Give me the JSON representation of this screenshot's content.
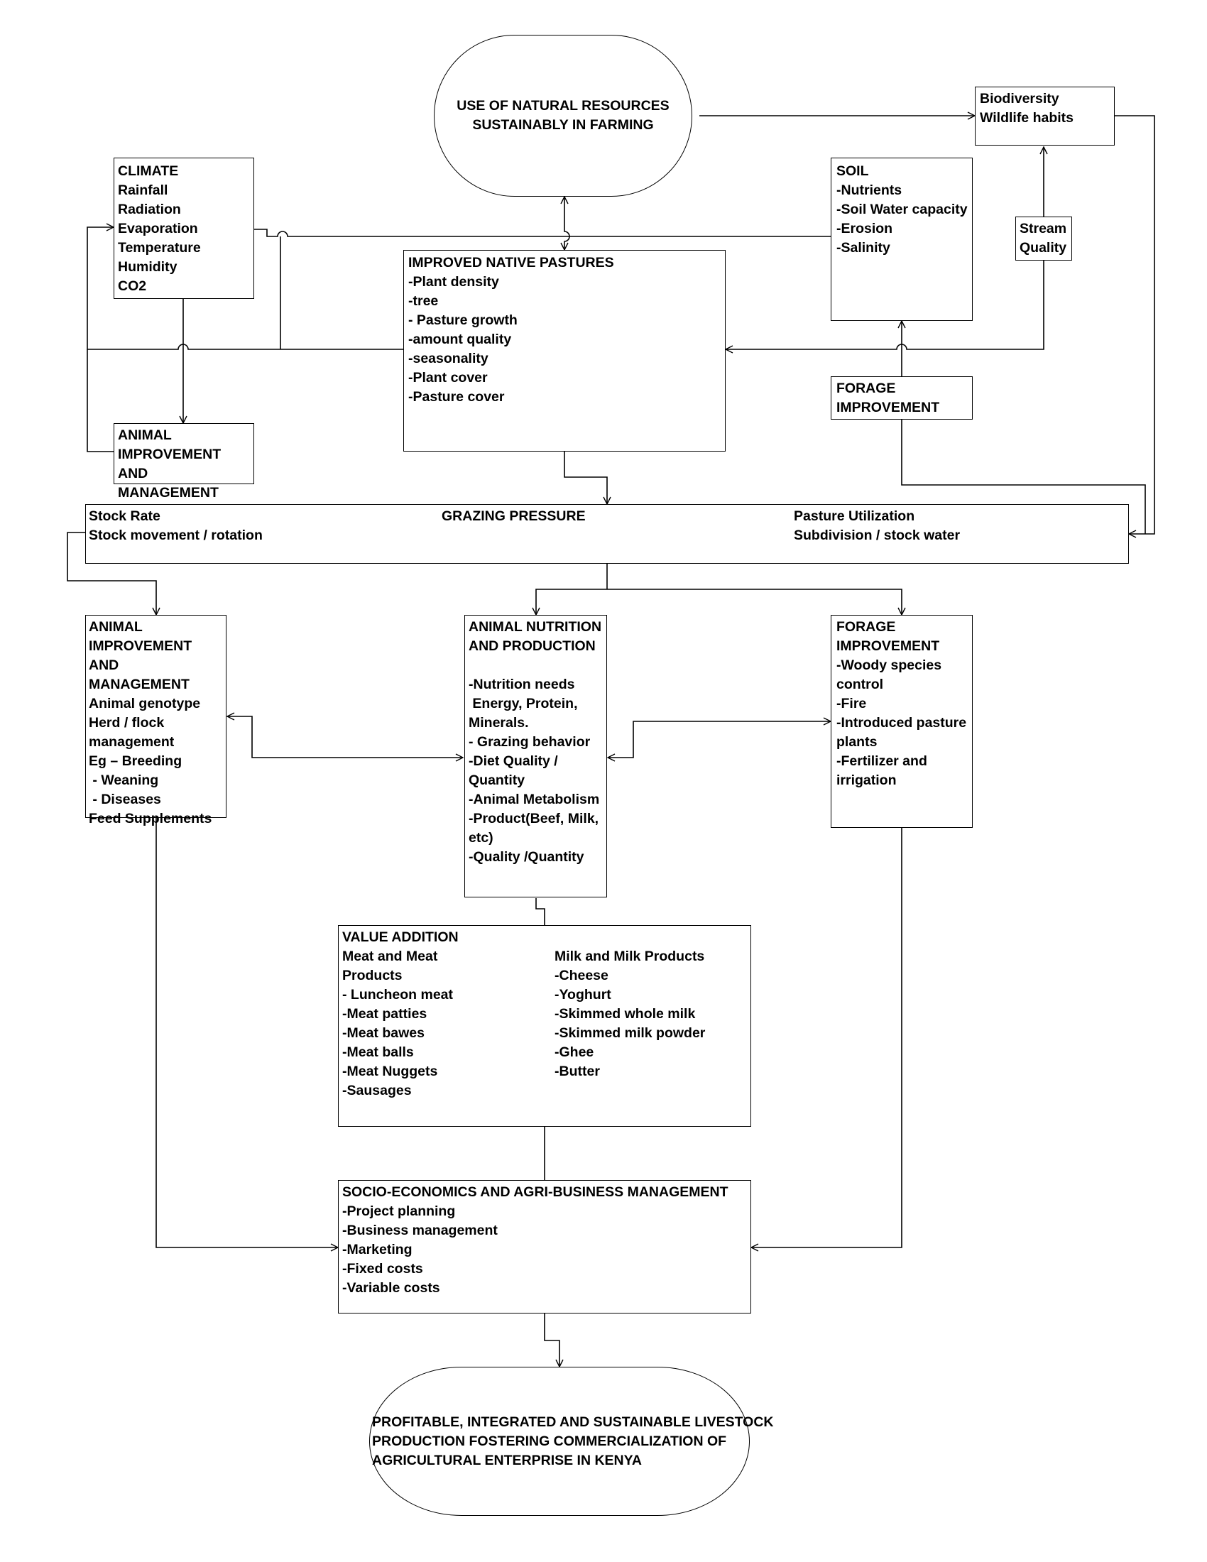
{
  "top_goal": {
    "lines": [
      "USE OF NATURAL RESOURCES",
      "SUSTAINABLY IN FARMING"
    ]
  },
  "biodiversity": {
    "lines": [
      "Biodiversity",
      "Wildlife habits"
    ]
  },
  "climate": {
    "title": "CLIMATE",
    "lines": [
      "Rainfall",
      "Radiation",
      "Evaporation",
      "Temperature",
      "Humidity",
      "CO2"
    ]
  },
  "soil": {
    "title": "SOIL",
    "lines": [
      "-Nutrients",
      "-Soil Water capacity",
      "-Erosion",
      "-Salinity"
    ]
  },
  "stream_quality": {
    "lines": [
      "Stream",
      "Quality"
    ]
  },
  "pastures": {
    "title": "IMPROVED NATIVE PASTURES",
    "lines": [
      "-Plant density",
      "-tree",
      "- Pasture growth",
      "-amount quality",
      "-seasonality",
      "-Plant cover",
      "-Pasture cover"
    ]
  },
  "forage_top": {
    "lines": [
      "FORAGE",
      "IMPROVEMENT"
    ]
  },
  "animal_top": {
    "lines": [
      "ANIMAL",
      "IMPROVEMENT",
      "AND",
      "MANAGEMENT"
    ]
  },
  "grazing": {
    "left": [
      "Stock Rate",
      "Stock movement / rotation"
    ],
    "center": "GRAZING PRESSURE",
    "right": [
      "Pasture Utilization",
      "Subdivision / stock water"
    ]
  },
  "animal_mgmt": {
    "lines": [
      "ANIMAL",
      "IMPROVEMENT",
      "AND",
      "MANAGEMENT",
      "Animal genotype",
      "Herd / flock",
      "management",
      "Eg – Breeding",
      " - Weaning",
      " - Diseases",
      "Feed Supplements"
    ]
  },
  "nutrition": {
    "lines": [
      "ANIMAL NUTRITION",
      "AND PRODUCTION",
      "",
      "-Nutrition needs",
      " Energy, Protein,",
      "Minerals.",
      "- Grazing behavior",
      "-Diet Quality /",
      "Quantity",
      "-Animal Metabolism",
      "-Product(Beef, Milk,",
      "etc)",
      "-Quality /Quantity"
    ]
  },
  "forage_mid": {
    "lines": [
      "FORAGE",
      "IMPROVEMENT",
      "-Woody species",
      "control",
      "-Fire",
      "-Introduced pasture",
      "plants",
      "-Fertilizer and",
      "irrigation"
    ]
  },
  "value_addition": {
    "title": "VALUE ADDITION",
    "meat": [
      "Meat and Meat",
      "Products",
      "- Luncheon meat",
      "-Meat patties",
      "-Meat bawes",
      "-Meat balls",
      "-Meat Nuggets",
      "-Sausages"
    ],
    "milk": [
      "Milk and Milk Products",
      "-Cheese",
      "-Yoghurt",
      "-Skimmed whole milk",
      "-Skimmed milk powder",
      "-Ghee",
      "-Butter"
    ]
  },
  "socio": {
    "title": "SOCIO-ECONOMICS AND AGRI-BUSINESS MANAGEMENT",
    "lines": [
      "-Project planning",
      "-Business management",
      "-Marketing",
      "-Fixed costs",
      "-Variable costs"
    ]
  },
  "bottom_goal": {
    "lines": [
      "PROFITABLE, INTEGRATED AND SUSTAINABLE LIVESTOCK",
      "PRODUCTION FOSTERING COMMERCIALIZATION OF",
      "AGRICULTURAL ENTERPRISE IN KENYA"
    ]
  }
}
